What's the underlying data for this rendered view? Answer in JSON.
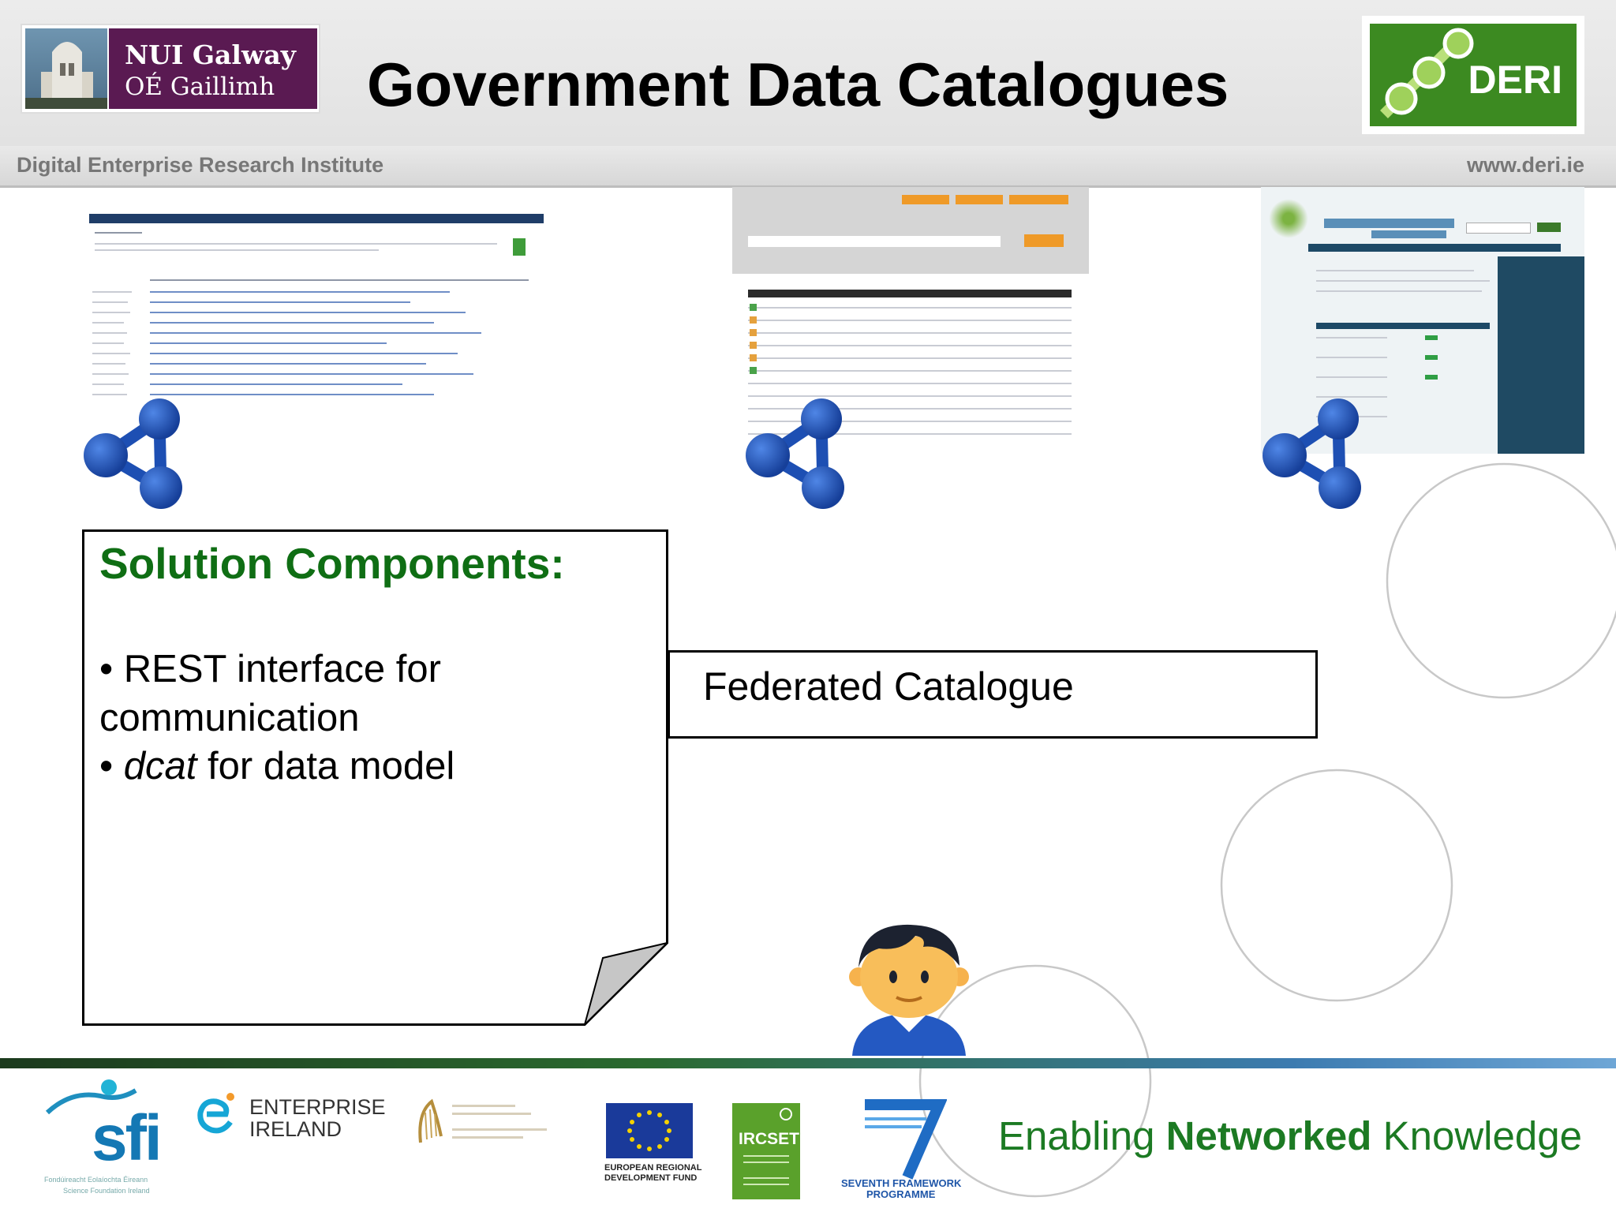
{
  "header": {
    "university_logo": {
      "line1": "NUI Galway",
      "line2": "OÉ Gaillimh"
    },
    "title": "Government Data Catalogues",
    "deri_logo_text": "DERI",
    "institute": "Digital Enterprise Research Institute",
    "website": "www.deri.ie"
  },
  "solution": {
    "heading": "Solution Components:",
    "bullet1_line1": "• REST interface for",
    "bullet1_line2": "communication",
    "bullet2_bullet": "• ",
    "bullet2_em": "dcat",
    "bullet2_rest": " for data model"
  },
  "federated": {
    "label": "Federated Catalogue"
  },
  "icons": [
    "share-icon",
    "person-icon"
  ],
  "colors": {
    "heading_green": "#0f6e14",
    "tagline_green": "#1c7a23",
    "share_blue": "#1d4fb3",
    "deri_green": "#3c8a21",
    "nui_purple": "#5a1a52"
  },
  "footer": {
    "sfi": {
      "logo": "sfi",
      "sub1": "Fondúireacht Eolaíochta Éireann",
      "sub2": "Science Foundation Ireland"
    },
    "enterprise": {
      "line1": "ENTERPRISE",
      "line2": "IRELAND"
    },
    "erdf": {
      "line1": "EUROPEAN REGIONAL",
      "line2": "DEVELOPMENT FUND"
    },
    "ircset": {
      "name": "IRCSET"
    },
    "fp7": {
      "line1": "SEVENTH FRAMEWORK",
      "line2": "PROGRAMME"
    },
    "tagline": {
      "pre": "Enabling ",
      "bold": "Networked",
      "post": " Knowledge"
    }
  }
}
